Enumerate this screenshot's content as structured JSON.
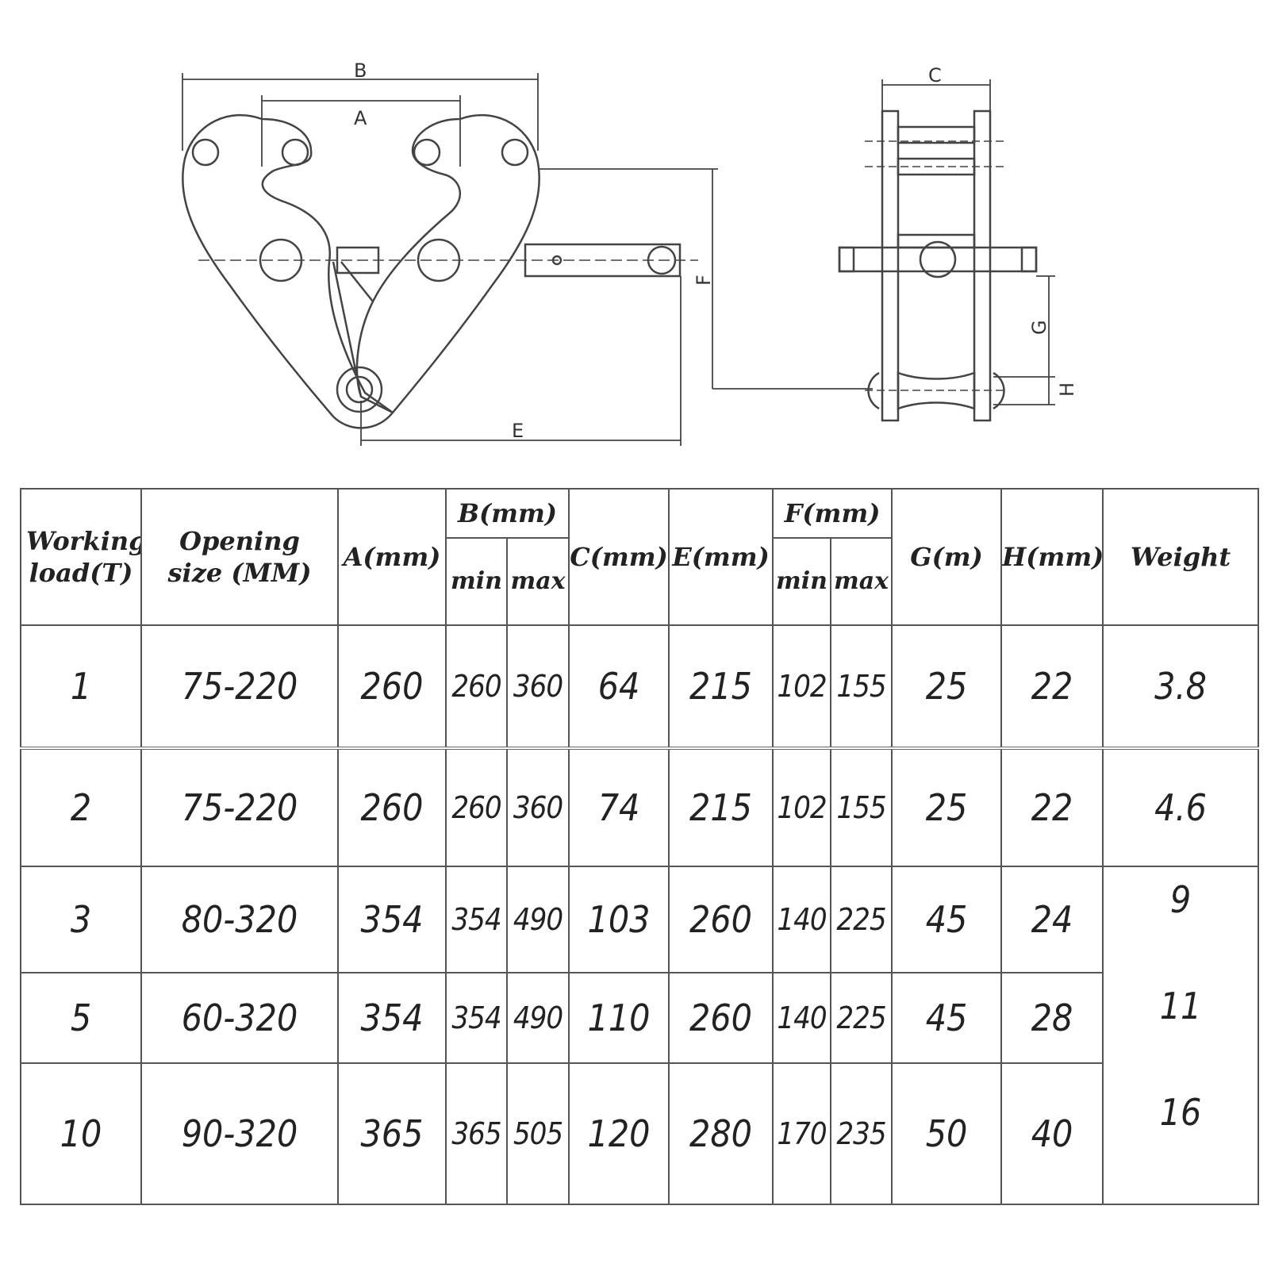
{
  "diagram": {
    "labels": {
      "a": "A",
      "b": "B",
      "c": "C",
      "e": "E",
      "f": "F",
      "g": "G",
      "h": "H"
    }
  },
  "table": {
    "headers": {
      "working_load": "Working load(T)",
      "opening_size": "Opening size (MM)",
      "a": "A(mm)",
      "b": "B(mm)",
      "b_min": "min",
      "b_max": "max",
      "c": "C(mm)",
      "e": "E(mm)",
      "f": "F(mm)",
      "f_min": "min",
      "f_max": "max",
      "g": "G(m)",
      "h": "H(mm)",
      "weight": "Weight"
    },
    "rows": [
      {
        "load": "1",
        "opening": "75-220",
        "a": "260",
        "b_min": "260",
        "b_max": "360",
        "c": "64",
        "e": "215",
        "f_min": "102",
        "f_max": "155",
        "g": "25",
        "h": "22",
        "weight": "3.8"
      },
      {
        "load": "2",
        "opening": "75-220",
        "a": "260",
        "b_min": "260",
        "b_max": "360",
        "c": "74",
        "e": "215",
        "f_min": "102",
        "f_max": "155",
        "g": "25",
        "h": "22",
        "weight": "4.6"
      },
      {
        "load": "3",
        "opening": "80-320",
        "a": "354",
        "b_min": "354",
        "b_max": "490",
        "c": "103",
        "e": "260",
        "f_min": "140",
        "f_max": "225",
        "g": "45",
        "h": "24",
        "weight": "9"
      },
      {
        "load": "5",
        "opening": "60-320",
        "a": "354",
        "b_min": "354",
        "b_max": "490",
        "c": "110",
        "e": "260",
        "f_min": "140",
        "f_max": "225",
        "g": "45",
        "h": "28",
        "weight": "11"
      },
      {
        "load": "10",
        "opening": "90-320",
        "a": "365",
        "b_min": "365",
        "b_max": "505",
        "c": "120",
        "e": "280",
        "f_min": "170",
        "f_max": "235",
        "g": "50",
        "h": "40",
        "weight": "16"
      }
    ]
  }
}
